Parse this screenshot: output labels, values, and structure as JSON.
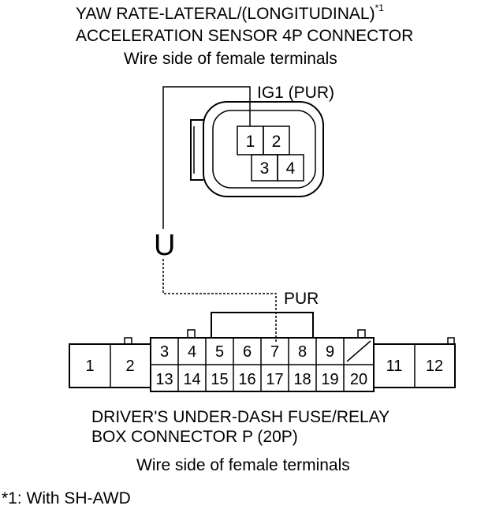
{
  "sensor": {
    "title_line1": "YAW RATE-LATERAL/(LONGITUDINAL)",
    "title_sup": "*1",
    "title_line2": "ACCELERATION SENSOR 4P CONNECTOR",
    "subtitle": "Wire side of female terminals",
    "wire_label": "IG1 (PUR)",
    "pins": [
      "1",
      "2",
      "3",
      "4"
    ]
  },
  "meter_symbol": "U",
  "fusebox": {
    "wire_label": "PUR",
    "pins_top": [
      "3",
      "4",
      "5",
      "6",
      "7",
      "8",
      "9"
    ],
    "pins_bottom": [
      "13",
      "14",
      "15",
      "16",
      "17",
      "18",
      "19",
      "20"
    ],
    "pins_left": [
      "1",
      "2"
    ],
    "pins_right": [
      "11",
      "12"
    ],
    "title_line1": "DRIVER'S UNDER-DASH FUSE/RELAY",
    "title_line2": "BOX CONNECTOR P (20P)",
    "subtitle": "Wire side of female terminals"
  },
  "footnote": "*1: With SH-AWD"
}
